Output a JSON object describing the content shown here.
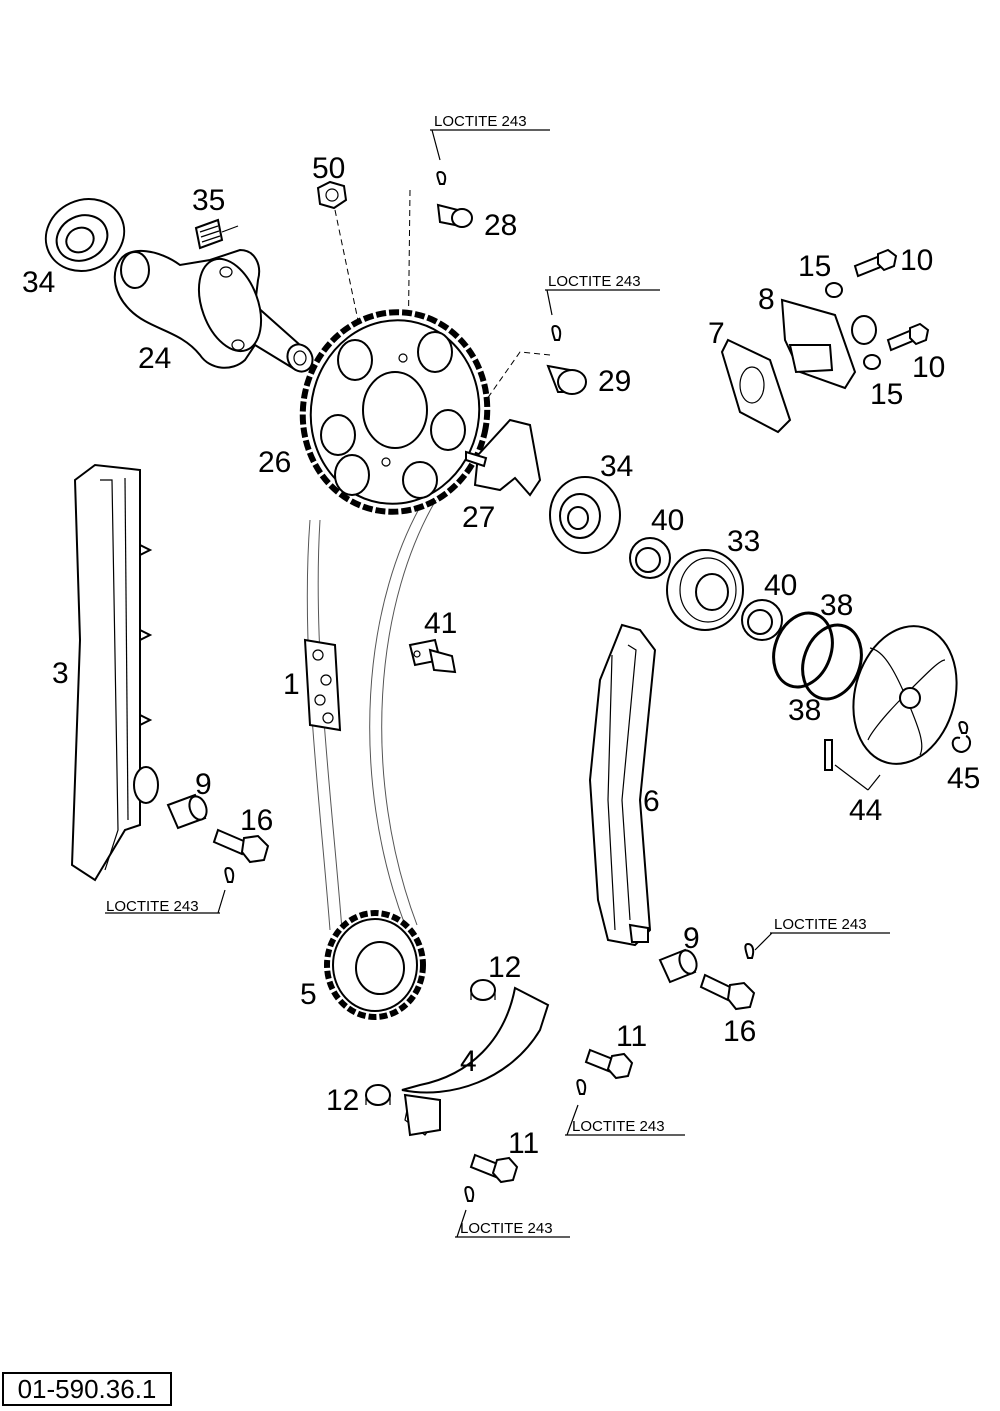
{
  "diagram": {
    "drawing_number": "01-590.36.1",
    "callouts": [
      {
        "id": "50",
        "label": "50"
      },
      {
        "id": "35",
        "label": "35"
      },
      {
        "id": "34a",
        "label": "34"
      },
      {
        "id": "24",
        "label": "24"
      },
      {
        "id": "28",
        "label": "28"
      },
      {
        "id": "29",
        "label": "29"
      },
      {
        "id": "26",
        "label": "26"
      },
      {
        "id": "27",
        "label": "27"
      },
      {
        "id": "34b",
        "label": "34"
      },
      {
        "id": "15a",
        "label": "15"
      },
      {
        "id": "10a",
        "label": "10"
      },
      {
        "id": "8",
        "label": "8"
      },
      {
        "id": "7",
        "label": "7"
      },
      {
        "id": "10b",
        "label": "10"
      },
      {
        "id": "15b",
        "label": "15"
      },
      {
        "id": "40a",
        "label": "40"
      },
      {
        "id": "33",
        "label": "33"
      },
      {
        "id": "40b",
        "label": "40"
      },
      {
        "id": "38a",
        "label": "38"
      },
      {
        "id": "38b",
        "label": "38"
      },
      {
        "id": "3",
        "label": "3"
      },
      {
        "id": "41",
        "label": "41"
      },
      {
        "id": "1",
        "label": "1"
      },
      {
        "id": "6",
        "label": "6"
      },
      {
        "id": "44",
        "label": "44"
      },
      {
        "id": "45",
        "label": "45"
      },
      {
        "id": "9a",
        "label": "9"
      },
      {
        "id": "16a",
        "label": "16"
      },
      {
        "id": "9b",
        "label": "9"
      },
      {
        "id": "16b",
        "label": "16"
      },
      {
        "id": "5",
        "label": "5"
      },
      {
        "id": "12a",
        "label": "12"
      },
      {
        "id": "4",
        "label": "4"
      },
      {
        "id": "11a",
        "label": "11"
      },
      {
        "id": "12b",
        "label": "12"
      },
      {
        "id": "11b",
        "label": "11"
      }
    ],
    "loctite_notes": [
      {
        "id": "l1",
        "label": "LOCTITE 243"
      },
      {
        "id": "l2",
        "label": "LOCTITE 243"
      },
      {
        "id": "l3",
        "label": "LOCTITE 243"
      },
      {
        "id": "l4",
        "label": "LOCTITE 243"
      },
      {
        "id": "l5",
        "label": "LOCTITE 243"
      },
      {
        "id": "l6",
        "label": "LOCTITE 243"
      }
    ]
  }
}
